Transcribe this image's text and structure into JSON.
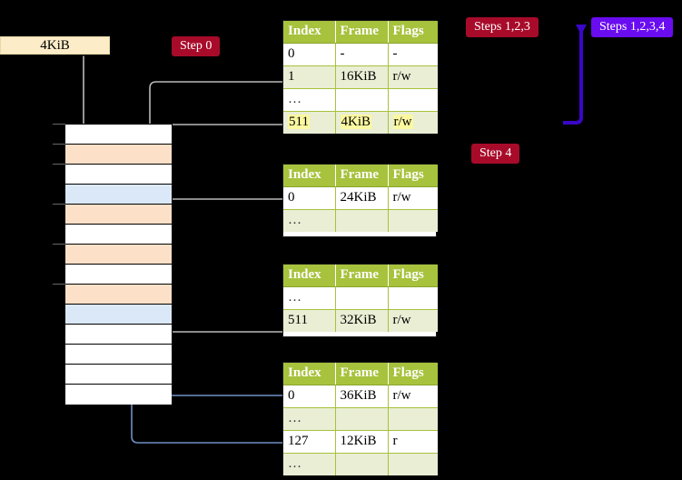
{
  "title": "Multi-level page table walk diagram",
  "labels": {
    "size_box": "4KiB",
    "step0": "Step 0",
    "step4": "Step 4",
    "steps123": "Steps 1,2,3",
    "steps1234": "Steps 1,2,3,4"
  },
  "colors": {
    "badge_red": "#a80b2a",
    "badge_violet": "#6a0cf0",
    "table_header": "#a7c23c",
    "table_row_alt": "#e9eed4",
    "highlight": "#fbf8a0",
    "size_box_bg": "#fcecc8",
    "mem_peach": "#fde0c8",
    "mem_blue": "#dbe8f7",
    "connector_gray": "#b9b9b9",
    "connector_blue": "#6f8fc4",
    "background": "#000000"
  },
  "tables": [
    {
      "name": "page-table-level-0",
      "headers": [
        "Index",
        "Frame",
        "Flags"
      ],
      "rows": [
        {
          "index": "0",
          "frame": "-",
          "flags": "-",
          "shade": "odd",
          "highlight": false
        },
        {
          "index": "1",
          "frame": "16KiB",
          "flags": "r/w",
          "shade": "even",
          "highlight": false
        },
        {
          "index": "…",
          "frame": "",
          "flags": "",
          "shade": "odd",
          "highlight": false
        },
        {
          "index": "511",
          "frame": "4KiB",
          "flags": "r/w",
          "shade": "even",
          "highlight": true
        }
      ]
    },
    {
      "name": "page-table-level-1",
      "headers": [
        "Index",
        "Frame",
        "Flags"
      ],
      "rows": [
        {
          "index": "0",
          "frame": "24KiB",
          "flags": "r/w",
          "shade": "odd",
          "highlight": false
        },
        {
          "index": "…",
          "frame": "",
          "flags": "",
          "shade": "even",
          "highlight": false
        }
      ]
    },
    {
      "name": "page-table-level-2",
      "headers": [
        "Index",
        "Frame",
        "Flags"
      ],
      "rows": [
        {
          "index": "…",
          "frame": "",
          "flags": "",
          "shade": "odd",
          "highlight": false
        },
        {
          "index": "511",
          "frame": "32KiB",
          "flags": "r/w",
          "shade": "even",
          "highlight": false
        }
      ]
    },
    {
      "name": "page-table-level-3",
      "headers": [
        "Index",
        "Frame",
        "Flags"
      ],
      "rows": [
        {
          "index": "0",
          "frame": "36KiB",
          "flags": "r/w",
          "shade": "odd",
          "highlight": false
        },
        {
          "index": "…",
          "frame": "",
          "flags": "",
          "shade": "even",
          "highlight": false
        },
        {
          "index": "127",
          "frame": "12KiB",
          "flags": "r",
          "shade": "odd",
          "highlight": false
        },
        {
          "index": "…",
          "frame": "",
          "flags": "",
          "shade": "even",
          "highlight": false
        }
      ]
    }
  ],
  "memory_grid": {
    "name": "physical-memory-frames",
    "rows": [
      {
        "fill": "white"
      },
      {
        "fill": "peach"
      },
      {
        "fill": "white"
      },
      {
        "fill": "blue"
      },
      {
        "fill": "peach"
      },
      {
        "fill": "white"
      },
      {
        "fill": "peach"
      },
      {
        "fill": "white"
      },
      {
        "fill": "peach"
      },
      {
        "fill": "blue"
      },
      {
        "fill": "white"
      },
      {
        "fill": "white"
      },
      {
        "fill": "white"
      },
      {
        "fill": "white"
      }
    ]
  }
}
